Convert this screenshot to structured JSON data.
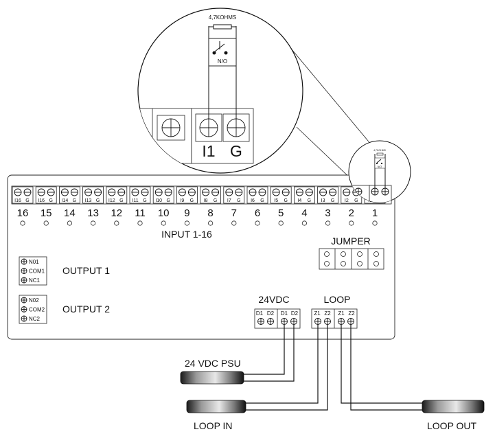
{
  "zoom": {
    "resistor_label": "4,7KOHMS",
    "switch_label": "N/O",
    "terminal_labels": [
      "I1",
      "G"
    ]
  },
  "inputs": {
    "terminal_labels": [
      "I16",
      "G",
      "I16",
      "G",
      "I14",
      "G",
      "I13",
      "G",
      "I12",
      "G",
      "I11",
      "G",
      "I10",
      "G",
      "I9",
      "G",
      "I8",
      "G",
      "I7",
      "G",
      "I6",
      "G",
      "I5",
      "G",
      "I4",
      "G",
      "I3",
      "G",
      "I2",
      "G",
      "I1",
      "G"
    ],
    "numbers": [
      "16",
      "15",
      "14",
      "13",
      "12",
      "11",
      "10",
      "9",
      "8",
      "7",
      "6",
      "5",
      "4",
      "3",
      "2",
      "1"
    ],
    "title": "INPUT 1-16"
  },
  "jumper": {
    "title": "JUMPER"
  },
  "outputs": [
    {
      "title": "OUTPUT 1",
      "pins": [
        "N01",
        "COM1",
        "NC1"
      ]
    },
    {
      "title": "OUTPUT 2",
      "pins": [
        "N02",
        "COM2",
        "NC2"
      ]
    }
  ],
  "power": {
    "title": "24VDC",
    "pins": [
      "D1",
      "D2",
      "D1",
      "D2"
    ]
  },
  "loop": {
    "title": "LOOP",
    "pins": [
      "Z1",
      "Z2",
      "Z1",
      "Z2"
    ]
  },
  "cables": {
    "psu": "24 VDC PSU",
    "loop_in": "LOOP IN",
    "loop_out": "LOOP OUT"
  },
  "mini_zoom": {
    "resistor_label": "4,7KOHMS",
    "switch_label": "N/O"
  }
}
